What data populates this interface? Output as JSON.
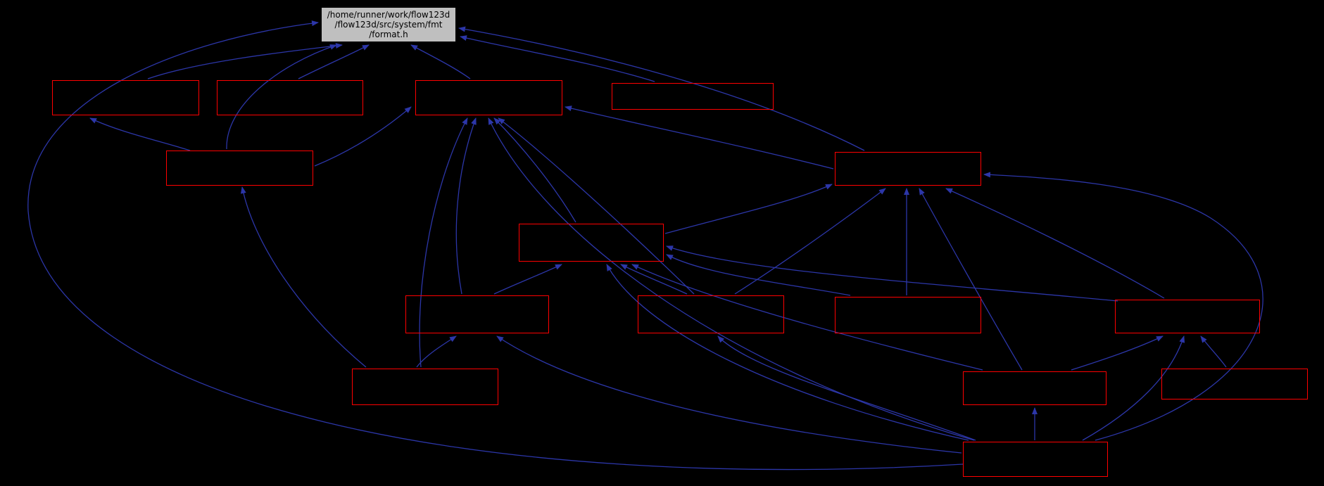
{
  "diagram": {
    "type": "include-dependency-graph",
    "root": {
      "line1": "/home/runner/work/flow123d",
      "line2": "/flow123d/src/system/fmt",
      "line3": "/format.h"
    },
    "colors": {
      "background": "#000000",
      "node_border": "#ff0000",
      "edge": "#2c36a8",
      "root_fill": "#bfbfbf",
      "root_border": "#000000",
      "root_text": "#000000"
    },
    "nodes": [
      {
        "id": "root",
        "label": "/home/runner/work/flow123d /flow123d/src/system/fmt /format.h",
        "type": "current-file"
      },
      {
        "id": "nodeA",
        "label": "",
        "type": "dependent-file"
      },
      {
        "id": "nodeB",
        "label": "",
        "type": "dependent-file"
      },
      {
        "id": "nodeC",
        "label": "",
        "type": "dependent-file"
      },
      {
        "id": "nodeD",
        "label": "",
        "type": "dependent-file"
      },
      {
        "id": "nodeE",
        "label": "",
        "type": "dependent-file"
      },
      {
        "id": "nodeF",
        "label": "",
        "type": "dependent-file"
      },
      {
        "id": "nodeG",
        "label": "",
        "type": "dependent-file"
      },
      {
        "id": "nodeH",
        "label": "",
        "type": "dependent-file"
      },
      {
        "id": "nodeI",
        "label": "",
        "type": "dependent-file"
      },
      {
        "id": "nodeJ",
        "label": "",
        "type": "dependent-file"
      },
      {
        "id": "nodeK",
        "label": "",
        "type": "dependent-file"
      },
      {
        "id": "nodeL",
        "label": "",
        "type": "dependent-file"
      },
      {
        "id": "nodeM",
        "label": "",
        "type": "dependent-file"
      },
      {
        "id": "nodeN",
        "label": "",
        "type": "dependent-file"
      },
      {
        "id": "nodeO",
        "label": "",
        "type": "dependent-file"
      }
    ],
    "edges": [
      {
        "from": "nodeA",
        "to": "root"
      },
      {
        "from": "nodeB",
        "to": "root"
      },
      {
        "from": "nodeC",
        "to": "root"
      },
      {
        "from": "nodeD",
        "to": "root"
      },
      {
        "from": "nodeE",
        "to": "root"
      },
      {
        "from": "nodeF",
        "to": "root"
      },
      {
        "from": "nodeO",
        "to": "root"
      },
      {
        "from": "nodeE",
        "to": "nodeA"
      },
      {
        "from": "nodeE",
        "to": "nodeC"
      },
      {
        "from": "nodeG",
        "to": "nodeC"
      },
      {
        "from": "nodeH",
        "to": "nodeC"
      },
      {
        "from": "nodeI",
        "to": "nodeC"
      },
      {
        "from": "nodeL",
        "to": "nodeC"
      },
      {
        "from": "nodeF",
        "to": "nodeC"
      },
      {
        "from": "nodeO",
        "to": "nodeC"
      },
      {
        "from": "nodeI",
        "to": "nodeF"
      },
      {
        "from": "nodeJ",
        "to": "nodeF"
      },
      {
        "from": "nodeK",
        "to": "nodeF"
      },
      {
        "from": "nodeM",
        "to": "nodeF"
      },
      {
        "from": "nodeO",
        "to": "nodeF"
      },
      {
        "from": "nodeG",
        "to": "nodeF"
      },
      {
        "from": "nodeH",
        "to": "nodeG"
      },
      {
        "from": "nodeI",
        "to": "nodeG"
      },
      {
        "from": "nodeJ",
        "to": "nodeG"
      },
      {
        "from": "nodeK",
        "to": "nodeG"
      },
      {
        "from": "nodeM",
        "to": "nodeG"
      },
      {
        "from": "nodeO",
        "to": "nodeG"
      },
      {
        "from": "nodeL",
        "to": "nodeE"
      },
      {
        "from": "nodeL",
        "to": "nodeH"
      },
      {
        "from": "nodeO",
        "to": "nodeH"
      },
      {
        "from": "nodeO",
        "to": "nodeI"
      },
      {
        "from": "nodeM",
        "to": "nodeK"
      },
      {
        "from": "nodeN",
        "to": "nodeK"
      },
      {
        "from": "nodeO",
        "to": "nodeK"
      },
      {
        "from": "nodeO",
        "to": "nodeM"
      }
    ]
  }
}
